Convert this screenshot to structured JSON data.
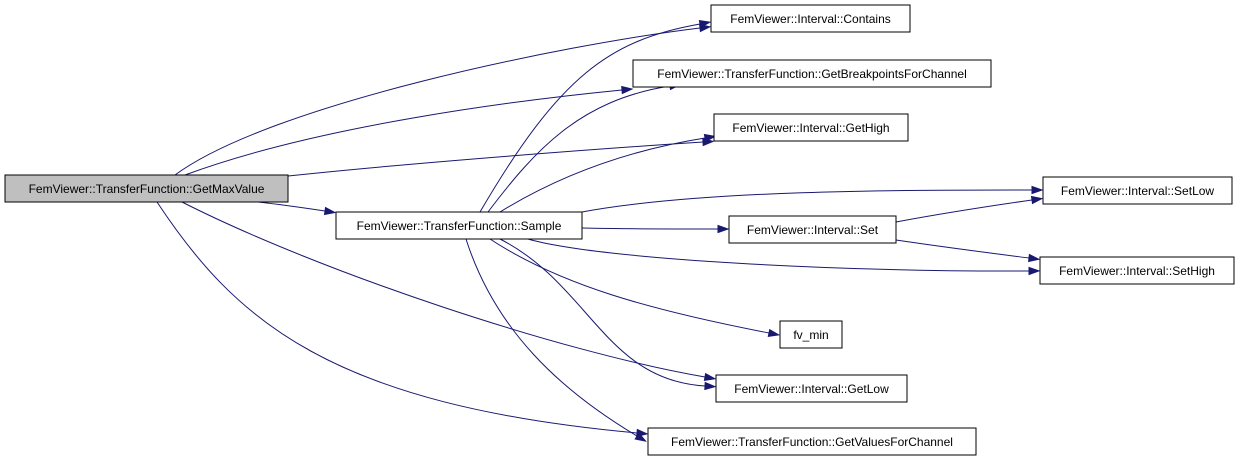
{
  "graph": {
    "edge_color": "#191970",
    "root_fill": "#bfbfbf",
    "nodes": [
      {
        "id": "getmaxvalue",
        "label": "FemViewer::TransferFunction::GetMaxValue",
        "root": true
      },
      {
        "id": "contains",
        "label": "FemViewer::Interval::Contains"
      },
      {
        "id": "getbreakpoints",
        "label": "FemViewer::TransferFunction::GetBreakpointsForChannel"
      },
      {
        "id": "gethigh",
        "label": "FemViewer::Interval::GetHigh"
      },
      {
        "id": "sample",
        "label": "FemViewer::TransferFunction::Sample"
      },
      {
        "id": "set",
        "label": "FemViewer::Interval::Set"
      },
      {
        "id": "setlow",
        "label": "FemViewer::Interval::SetLow"
      },
      {
        "id": "sethigh",
        "label": "FemViewer::Interval::SetHigh"
      },
      {
        "id": "fvmin",
        "label": "fv_min"
      },
      {
        "id": "getlow",
        "label": "FemViewer::Interval::GetLow"
      },
      {
        "id": "getvalues",
        "label": "FemViewer::TransferFunction::GetValuesForChannel"
      }
    ],
    "edges": [
      {
        "from": "getmaxvalue",
        "to": "contains"
      },
      {
        "from": "getmaxvalue",
        "to": "getbreakpoints"
      },
      {
        "from": "getmaxvalue",
        "to": "gethigh"
      },
      {
        "from": "getmaxvalue",
        "to": "sample"
      },
      {
        "from": "getmaxvalue",
        "to": "getlow"
      },
      {
        "from": "getmaxvalue",
        "to": "getvalues"
      },
      {
        "from": "sample",
        "to": "contains"
      },
      {
        "from": "sample",
        "to": "getbreakpoints"
      },
      {
        "from": "sample",
        "to": "gethigh"
      },
      {
        "from": "sample",
        "to": "setlow"
      },
      {
        "from": "sample",
        "to": "set"
      },
      {
        "from": "sample",
        "to": "sethigh"
      },
      {
        "from": "sample",
        "to": "fvmin"
      },
      {
        "from": "sample",
        "to": "getlow"
      },
      {
        "from": "sample",
        "to": "getvalues"
      },
      {
        "from": "set",
        "to": "setlow"
      },
      {
        "from": "set",
        "to": "sethigh"
      }
    ]
  }
}
